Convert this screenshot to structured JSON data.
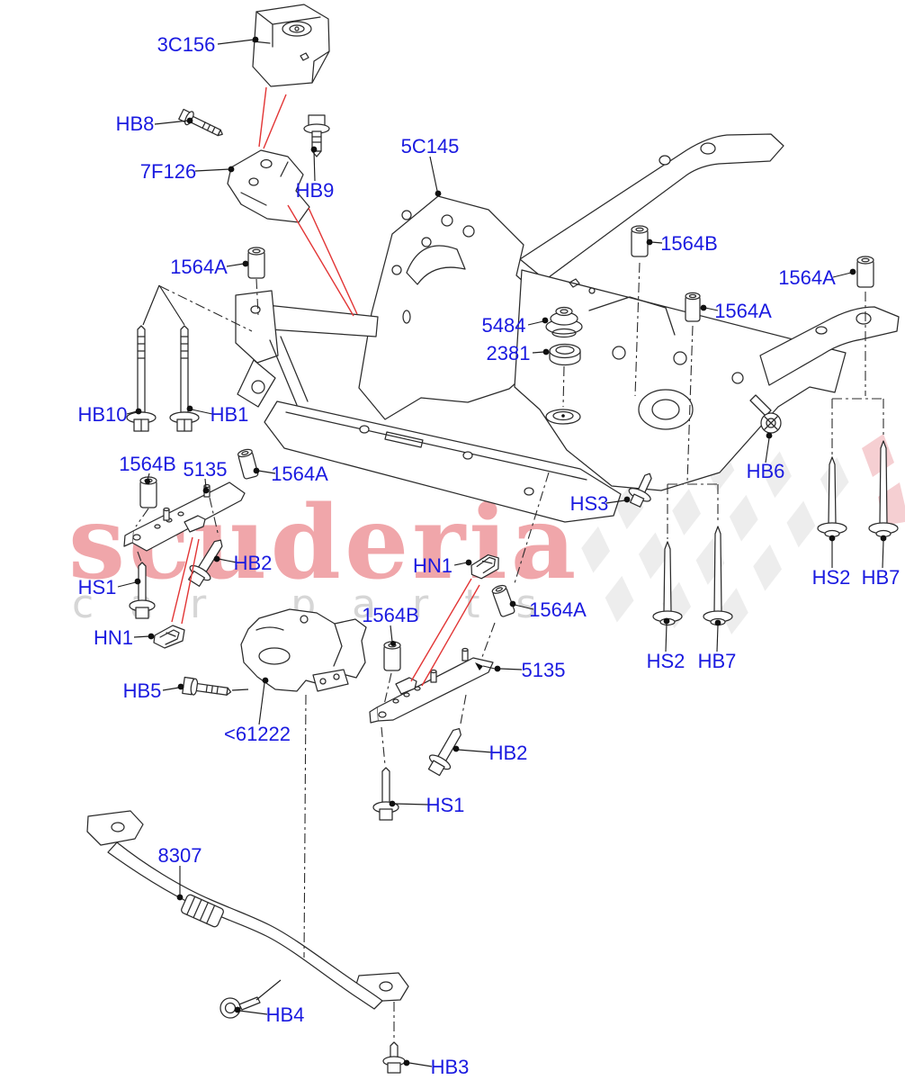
{
  "watermark": {
    "brand": "scuderia",
    "tagline": "car parts",
    "brand_color": "#f0a6aa",
    "tagline_color": "#d6d6d6"
  },
  "colors": {
    "label_blue": "#1a1ae0",
    "line_black": "#2b2b2b",
    "highlight_red": "#e23535",
    "background": "#ffffff"
  },
  "labels": [
    {
      "text": "3C156"
    },
    {
      "text": "HB8"
    },
    {
      "text": "7F126"
    },
    {
      "text": "HB9"
    },
    {
      "text": "5C145"
    },
    {
      "text": "1564B"
    },
    {
      "text": "1564A"
    },
    {
      "text": "1564A"
    },
    {
      "text": "1564A"
    },
    {
      "text": "5484"
    },
    {
      "text": "2381"
    },
    {
      "text": "HB10"
    },
    {
      "text": "HB1"
    },
    {
      "text": "HB6"
    },
    {
      "text": "HS3"
    },
    {
      "text": "1564B"
    },
    {
      "text": "5135"
    },
    {
      "text": "1564A"
    },
    {
      "text": "HB2"
    },
    {
      "text": "HS1"
    },
    {
      "text": "HN1"
    },
    {
      "text": "HN1"
    },
    {
      "text": "1564A"
    },
    {
      "text": "1564B"
    },
    {
      "text": "5135"
    },
    {
      "text": "HB2"
    },
    {
      "text": "HS1"
    },
    {
      "text": "HS2"
    },
    {
      "text": "HB7"
    },
    {
      "text": "HS2"
    },
    {
      "text": "HB7"
    },
    {
      "text": "HB5"
    },
    {
      "text": "<61222"
    },
    {
      "text": "8307"
    },
    {
      "text": "HB4"
    },
    {
      "text": "HB3"
    }
  ]
}
